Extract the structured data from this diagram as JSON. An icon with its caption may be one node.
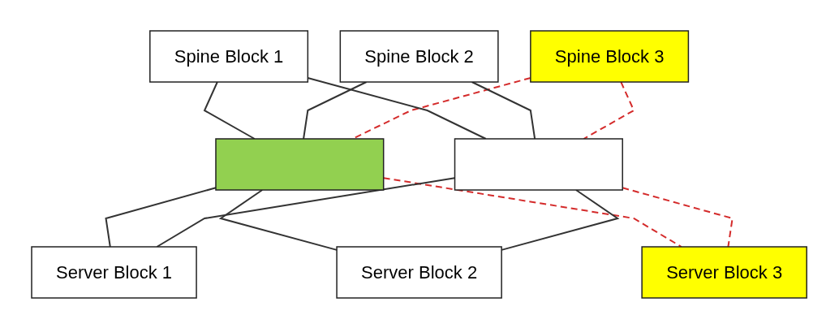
{
  "diagram": {
    "nodes": [
      {
        "text": [
          "Spine Block 1"
        ]
      },
      {
        "text": [
          "Spine Block 2"
        ]
      },
      {
        "text": [
          "Spine Block 3"
        ]
      },
      {
        "text": [],
        "shape": "box"
      },
      {
        "text": [],
        "shape": "box"
      },
      {
        "text": [
          "Server Block 1"
        ]
      },
      {
        "text": [
          "Server Block 2"
        ]
      },
      {
        "text": [
          "Server Block 3"
        ]
      }
    ],
    "edges": [
      {
        "from": 0,
        "to": 3,
        "arrow": "none"
      },
      {
        "from": 1,
        "to": 3,
        "arrow": "none"
      },
      {
        "from": 2,
        "to": 3,
        "arrow": "none",
        "style": "dashed",
        "color": "#d42b2b"
      },
      {
        "from": 0,
        "to": 4,
        "arrow": "none"
      },
      {
        "from": 1,
        "to": 4,
        "arrow": "none"
      },
      {
        "from": 2,
        "to": 4,
        "arrow": "none",
        "style": "dashed",
        "color": "#d42b2b"
      },
      {
        "from": 3,
        "to": 5,
        "arrow": "none"
      },
      {
        "from": 3,
        "to": 6,
        "arrow": "none"
      },
      {
        "from": 3,
        "to": 7,
        "arrow": "none",
        "style": "dashed",
        "color": "#d42b2b"
      },
      {
        "from": 4,
        "to": 5,
        "arrow": "none"
      },
      {
        "from": 4,
        "to": 6,
        "arrow": "none"
      },
      {
        "from": 4,
        "to": 7,
        "arrow": "none",
        "style": "dashed",
        "color": "#d42b2b"
      }
    ]
  }
}
